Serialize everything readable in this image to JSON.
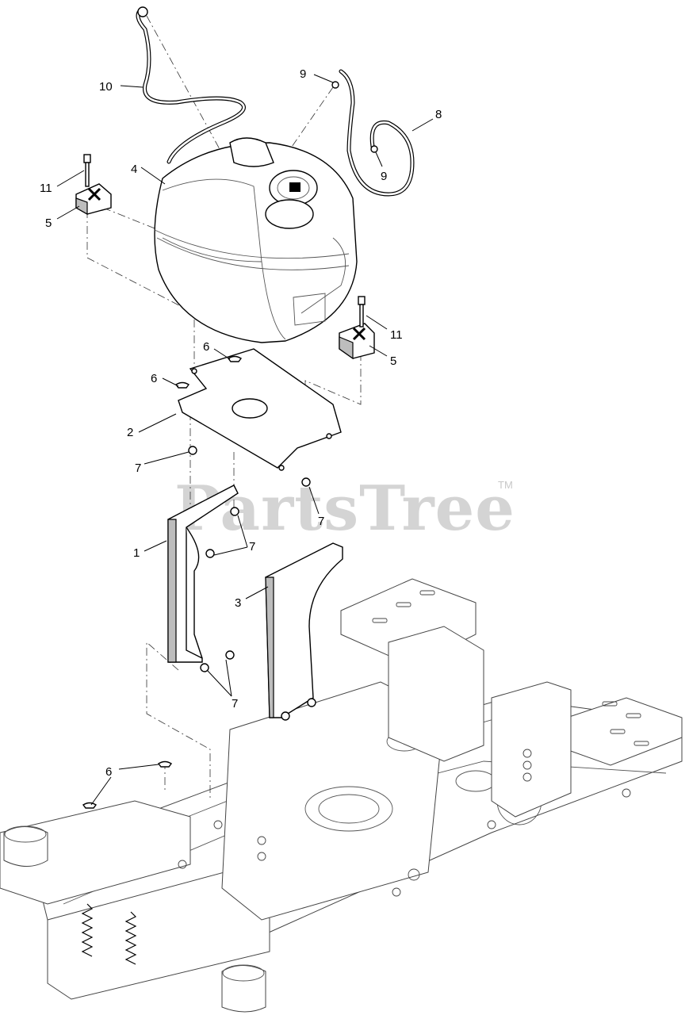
{
  "watermark": {
    "text": "PartsTree",
    "trademark": "TM"
  },
  "callouts": [
    {
      "id": "c10",
      "label": "10"
    },
    {
      "id": "c9a",
      "label": "9"
    },
    {
      "id": "c8",
      "label": "8"
    },
    {
      "id": "c9b",
      "label": "9"
    },
    {
      "id": "c11a",
      "label": "11"
    },
    {
      "id": "c4",
      "label": "4"
    },
    {
      "id": "c5a",
      "label": "5"
    },
    {
      "id": "c11b",
      "label": "11"
    },
    {
      "id": "c5b",
      "label": "5"
    },
    {
      "id": "c6a",
      "label": "6"
    },
    {
      "id": "c6b",
      "label": "6"
    },
    {
      "id": "c2",
      "label": "2"
    },
    {
      "id": "c7a",
      "label": "7"
    },
    {
      "id": "c7b",
      "label": "7"
    },
    {
      "id": "c1",
      "label": "1"
    },
    {
      "id": "c7c",
      "label": "7"
    },
    {
      "id": "c3",
      "label": "3"
    },
    {
      "id": "c7d",
      "label": "7"
    },
    {
      "id": "c6c",
      "label": "6"
    }
  ]
}
